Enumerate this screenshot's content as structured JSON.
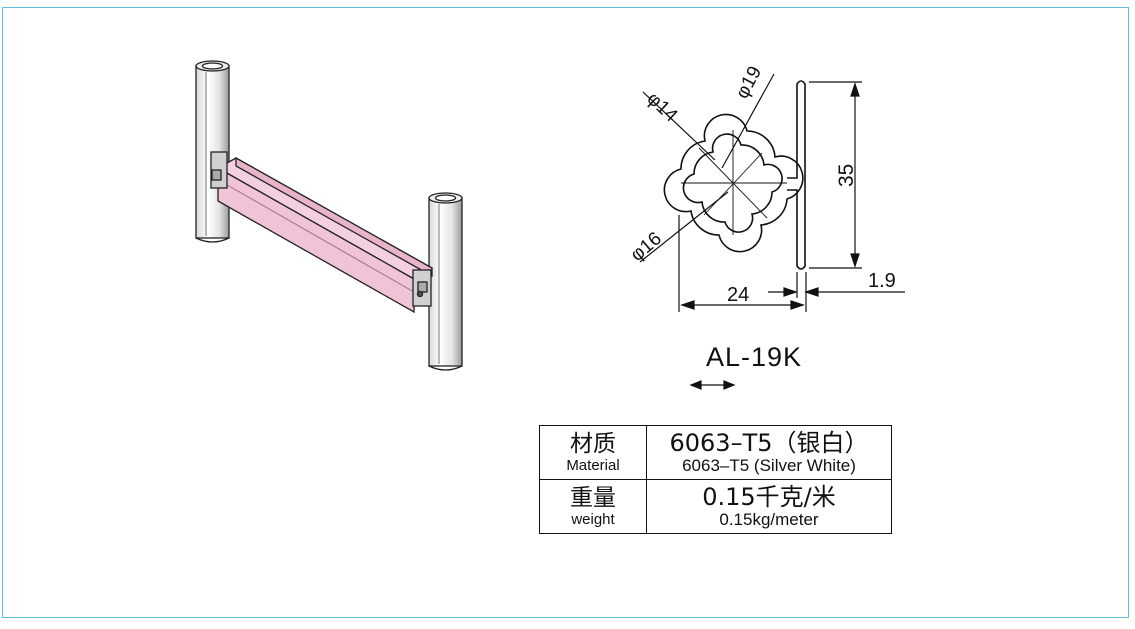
{
  "profile": {
    "model": "AL-19K",
    "dimensions": {
      "diameter_14": "φ14",
      "diameter_19": "φ19",
      "diameter_16": "φ16",
      "height": "35",
      "width": "24",
      "thickness": "1.9"
    }
  },
  "spec_table": {
    "material": {
      "label_zh": "材质",
      "label_en": "Material",
      "value_zh": "6063–T5（银白）",
      "value_en": "6063–T5 (Silver White)"
    },
    "weight": {
      "label_zh": "重量",
      "label_en": "weight",
      "value_zh": "0.15千克/米",
      "value_en": "0.15kg/meter"
    }
  },
  "colors": {
    "frame_border": "#5cc3de",
    "bar_fill": "#f3cfe0",
    "line": "#111111"
  }
}
